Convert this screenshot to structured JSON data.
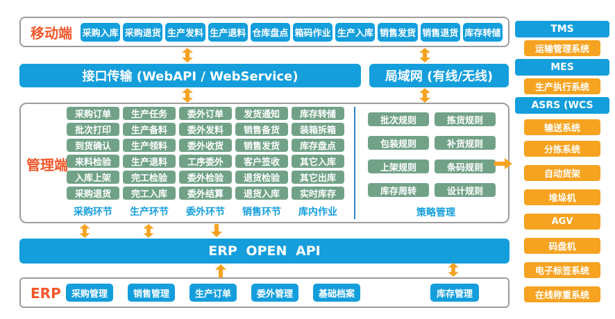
{
  "colors": {
    "blue": "#149EDC",
    "green": "#71A287",
    "orange": "#F6A321",
    "label": "#F1572B",
    "footer": "#149EDC",
    "border": "#9C9C9C",
    "divider": "#2E86C1"
  },
  "icons": {
    "up_down_arrow": "⬍",
    "up_arrow": "⬆",
    "down_arrow": "⬇",
    "right_arrow": "➡"
  },
  "mobile": {
    "label": "移动端",
    "buttons": [
      "采购入库",
      "采购退货",
      "生产发料",
      "生产退料",
      "仓库盘点",
      "箱码作业",
      "生产入库",
      "销售发货",
      "销售退货",
      "库存转储"
    ]
  },
  "banners": {
    "interface": "接口传输 (WebAPI / WebService)",
    "lan": "局域网 (有线/无线)",
    "api": "ERP OPEN API"
  },
  "management": {
    "label": "管理端",
    "columns": [
      {
        "footer": "采购环节",
        "items": [
          "采购订单",
          "批次打印",
          "到货确认",
          "来料检验",
          "入库上架",
          "采购退货"
        ]
      },
      {
        "footer": "生产环节",
        "items": [
          "生产任务",
          "生产备料",
          "生产领料",
          "生产退料",
          "完工检验",
          "完工入库"
        ]
      },
      {
        "footer": "委外环节",
        "items": [
          "委外订单",
          "委外发料",
          "委外收货",
          "工序委外",
          "委外检验",
          "委外结算"
        ]
      },
      {
        "footer": "销售环节",
        "items": [
          "发货通知",
          "销售备货",
          "销售发货",
          "客户签收",
          "退货检验",
          "退货入库"
        ]
      },
      {
        "footer": "库内作业",
        "items": [
          "库存转储",
          "装箱拆箱",
          "库存盘点",
          "其它入库",
          "其它出库",
          "实时库存"
        ]
      }
    ],
    "strategy": {
      "footer": "策略管理",
      "items": [
        "批次规则",
        "拣货规则",
        "包装规则",
        "补货规则",
        "上架规则",
        "条码规则",
        "库存周转",
        "设计规则"
      ]
    }
  },
  "erp": {
    "label": "ERP",
    "buttons": [
      "采购管理",
      "销售管理",
      "生产订单",
      "委外管理",
      "基础档案"
    ],
    "inventory_button": "库存管理"
  },
  "right_column": {
    "items": [
      {
        "label": "TMS",
        "kind": "header"
      },
      {
        "label": "运输管理系统",
        "kind": "sub"
      },
      {
        "label": "MES",
        "kind": "header"
      },
      {
        "label": "生产执行系统",
        "kind": "sub"
      },
      {
        "label": "ASRS  (WCS",
        "kind": "header"
      },
      {
        "label": "输送系统",
        "kind": "sub"
      },
      {
        "label": "分拣系统",
        "kind": "sub"
      },
      {
        "label": "自动货架",
        "kind": "sub"
      },
      {
        "label": "堆垛机",
        "kind": "sub"
      },
      {
        "label": "AGV",
        "kind": "sub"
      },
      {
        "label": "码盘机",
        "kind": "sub"
      },
      {
        "label": "电子标签系统",
        "kind": "sub"
      },
      {
        "label": "在线称重系统",
        "kind": "sub"
      }
    ]
  }
}
